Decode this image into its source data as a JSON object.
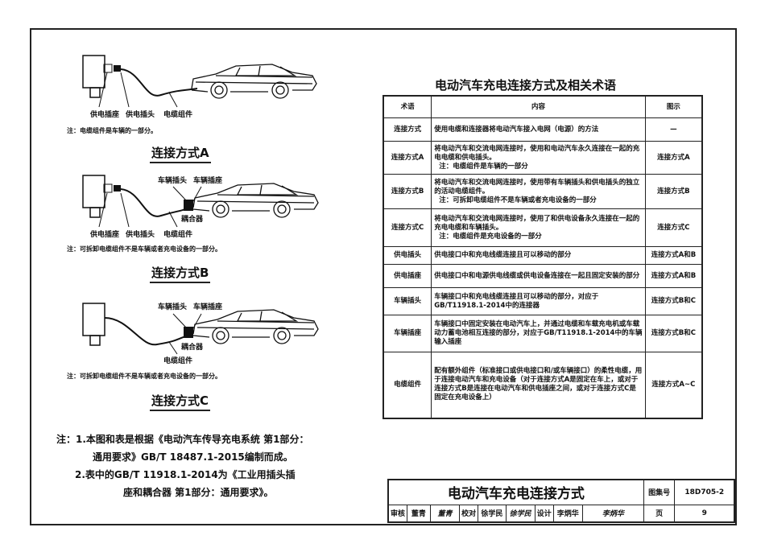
{
  "diagrams": [
    {
      "labels": {
        "socket": "供电插座",
        "plug": "供电插头",
        "cable": "电缆组件"
      },
      "note": "注：电缆组件是车辆的一部分。",
      "caption": "连接方式A"
    },
    {
      "labels": {
        "socket": "供电插座",
        "plug": "供电插头",
        "cable": "电缆组件",
        "vehicle_connector": "车辆插头",
        "vehicle_inlet": "车辆插座",
        "coupler": "耦合器"
      },
      "note": "注：可拆卸电缆组件不是车辆或者充电设备的一部分。",
      "caption": "连接方式B"
    },
    {
      "labels": {
        "cable": "电缆组件",
        "vehicle_connector": "车辆插头",
        "vehicle_inlet": "车辆插座",
        "coupler": "耦合器"
      },
      "note": "注：可拆卸电缆组件不是车辆或者充电设备的一部分。",
      "caption": "连接方式C"
    }
  ],
  "table": {
    "title": "电动汽车充电连接方式及相关术语",
    "headers": [
      "术语",
      "内容",
      "图示"
    ],
    "rows": [
      {
        "term": "连接方式",
        "content": "使用电缆和连接器将电动汽车接入电网（电源）的方法",
        "figure": "—"
      },
      {
        "term": "连接方式A",
        "content": "将电动汽车和交流电网连接时，使用和电动汽车永久连接在一起的充电电缆和供电插头。",
        "note": "注：电缆组件是车辆的一部分",
        "figure": "连接方式A"
      },
      {
        "term": "连接方式B",
        "content": "将电动汽车和交流电网连接时，使用带有车辆插头和供电插头的独立的活动电缆组件。",
        "note": "注：可拆卸电缆组件不是车辆或者充电设备的一部分",
        "figure": "连接方式B"
      },
      {
        "term": "连接方式C",
        "content": "将电动汽车和交流电网连接时，使用了和供电设备永久连接在一起的充电电缆和车辆插头。",
        "note": "注：电缆组件是充电设备的一部分",
        "figure": "连接方式C"
      },
      {
        "term": "供电插头",
        "content": "供电接口中和充电线缆连接且可以移动的部分",
        "figure": "连接方式A和B"
      },
      {
        "term": "供电插座",
        "content": "供电接口中和电源供电线缆或供电设备连接在一起且固定安装的部分",
        "figure": "连接方式A和B"
      },
      {
        "term": "车辆插头",
        "content": "车辆接口中和充电线缆连接且可以移动的部分，对应于GB/T11918.1-2014中的连接器",
        "figure": "连接方式B和C"
      },
      {
        "term": "车辆插座",
        "content": "车辆接口中固定安装在电动汽车上，并通过电缆和车载充电机或车载动力蓄电池相互连接的部分，对应于GB/T11918.1-2014中的车辆输入插座",
        "figure": "连接方式B和C"
      },
      {
        "term": "电缆组件",
        "content": "配有额外组件（标准接口或供电接口和/或车辆接口）的柔性电缆，用于连接电动汽车和充电设备（对于连接方式A是固定在车上，或对于连接方式B是连接在电动汽车和供电插座之间，或对于连接方式C是固定在充电设备上）",
        "figure": "连接方式A~C"
      }
    ]
  },
  "footnotes": [
    "注：1.本图和表是根据《电动汽车传导充电系统 第1部分：",
    "通用要求》GB/T 18487.1-2015编制而成。",
    "2.表中的GB/T 11918.1-2014为《工业用插头插",
    "座和耦合器 第1部分：通用要求》。"
  ],
  "title_block": {
    "title": "电动汽车充电连接方式",
    "atlas_no_label": "图集号",
    "atlas_no": "18D705-2",
    "review_label": "审核",
    "reviewer": "董青",
    "reviewer_sig": "董青",
    "check_label": "校对",
    "checker": "徐学民",
    "checker_sig": "徐学民",
    "design_label": "设计",
    "designer": "李炳华",
    "designer_sig": "李炳华",
    "page_label": "页",
    "page": "9"
  }
}
